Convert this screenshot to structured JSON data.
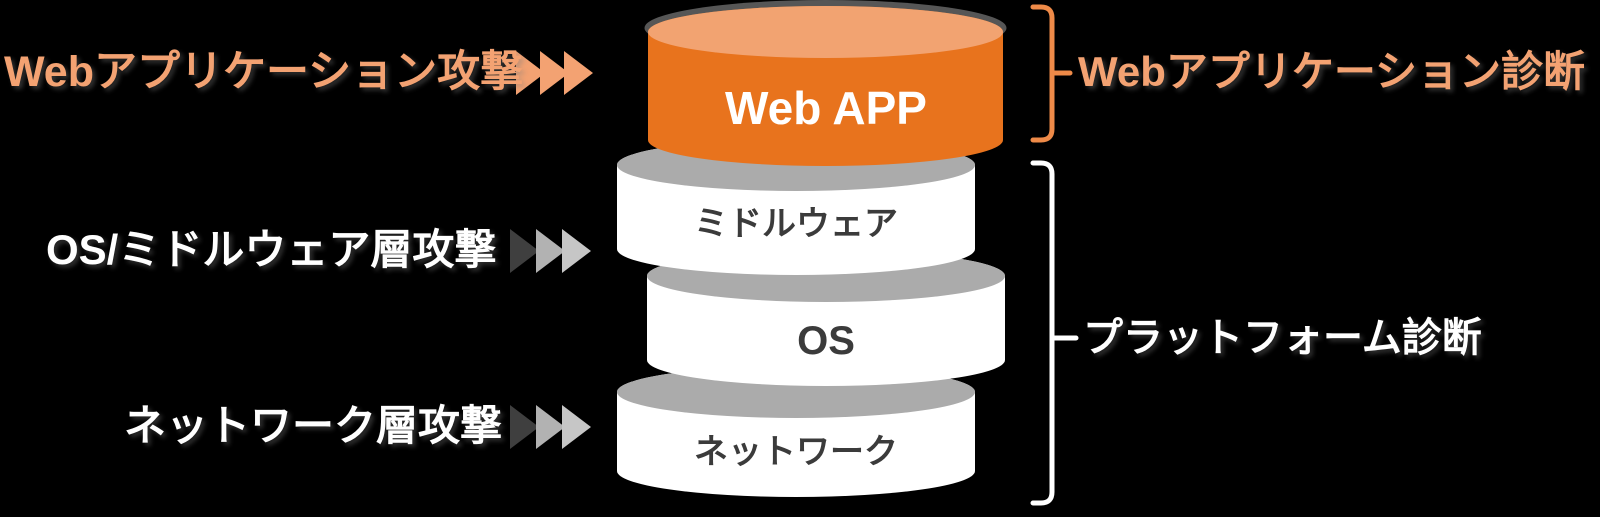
{
  "colors": {
    "background": "#000000",
    "orange_body": "#E8731D",
    "orange_top": "#F2A371",
    "orange_text": "#F3A272",
    "orange_bracket": "#EE8A48",
    "white": "#FFFFFF",
    "dark_text": "#3B3B3B",
    "shadow_gray": "#ABABAB",
    "top_shadow": "#565656",
    "arrow_orange": "#F3A272",
    "arrow_dark": "#3F3F3F",
    "arrow_mid": "#B2B2B2",
    "arrow_light": "#C6C6C6"
  },
  "attacks": [
    {
      "label": "Webアプリケーション攻撃"
    },
    {
      "label": "OS/ミドルウェア層攻撃"
    },
    {
      "label": "ネットワーク層攻撃"
    }
  ],
  "stack": {
    "layers": [
      {
        "label": "Web APP"
      },
      {
        "label": "ミドルウェア"
      },
      {
        "label": "OS"
      },
      {
        "label": "ネットワーク"
      }
    ]
  },
  "diagnoses": [
    {
      "label": "Webアプリケーション診断"
    },
    {
      "label": "プラットフォーム診断"
    }
  ]
}
